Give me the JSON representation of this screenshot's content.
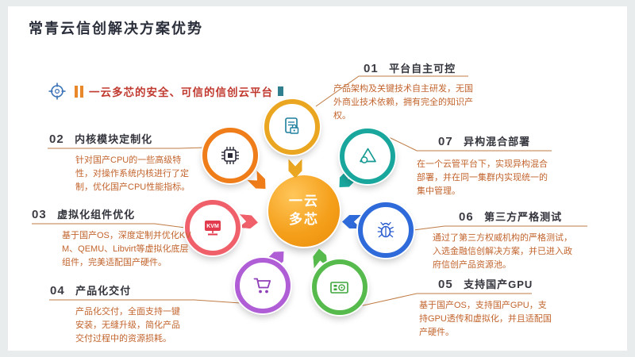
{
  "title": "常青云信创解决方案优势",
  "tagline": "一云多芯的安全、可信的信创云平台",
  "center": {
    "line1": "一云",
    "line2": "多芯"
  },
  "items": [
    {
      "num": "01",
      "title": "平台自主可控",
      "desc": "产品架构及关键技术自主研发，无国外商业技术依赖，拥有完全的知识产权。",
      "color": "#eaa620",
      "icon": "document-lock-icon"
    },
    {
      "num": "02",
      "title": "内核模块定制化",
      "desc": "针对国产CPU的一些高级特性，对操作系统内核进行了定制，优化国产CPU性能指标。",
      "color": "#ef7d1a",
      "icon": "cpu-chip-icon"
    },
    {
      "num": "03",
      "title": "虚拟化组件优化",
      "desc": "基于国产OS，深度定制并优化KVM、QEMU、Libvirt等虚拟化底层组件，完美适配国产硬件。",
      "color": "#f0606b",
      "icon": "kvm-icon"
    },
    {
      "num": "04",
      "title": "产品化交付",
      "desc": "产品化交付，全面支持一键安装，无缝升级，简化产品交付过程中的资源损耗。",
      "color": "#b05ed6",
      "icon": "shopping-cart-icon"
    },
    {
      "num": "05",
      "title": "支持国产GPU",
      "desc": "基于国产OS，支持国产GPU，支持GPU透传和虚拟化，并且适配国产硬件。",
      "color": "#56bb4c",
      "icon": "gpu-card-icon"
    },
    {
      "num": "06",
      "title": "第三方严格测试",
      "desc": "通过了第三方权威机构的严格测试，入选金融信创解决方案，并已进入政府信创产品资源池。",
      "color": "#2e6ad9",
      "icon": "bug-icon"
    },
    {
      "num": "07",
      "title": "异构混合部署",
      "desc": "在一个云管平台下，实现异构混合部署，并在同一集群内实现统一的集中管理。",
      "color": "#19a79d",
      "icon": "hybrid-deploy-icon"
    }
  ],
  "colors": {
    "center_node": "#f5a01c",
    "connector_line": "#bf7b44",
    "description_text": "#c2642d",
    "tagline_red": "#c03a30",
    "tagline_bar_orange": "#e8882a",
    "title_dark": "#2a2e3a",
    "background": "#ffffff",
    "frame": "#e9ecec"
  }
}
